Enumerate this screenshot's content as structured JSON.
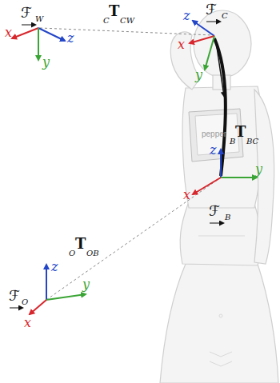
{
  "diagram": {
    "labels": [
      "ℱ",
      "W",
      "x",
      "z",
      "y",
      "C",
      "T",
      "CW",
      "z",
      "x",
      "ℱ",
      "C",
      "y",
      "B",
      "T",
      "BC",
      "pepper",
      "z",
      "y",
      "x",
      "ℱ",
      "B",
      "O",
      "T",
      "OB",
      "z",
      "y",
      "ℱ",
      "O",
      "x"
    ]
  }
}
